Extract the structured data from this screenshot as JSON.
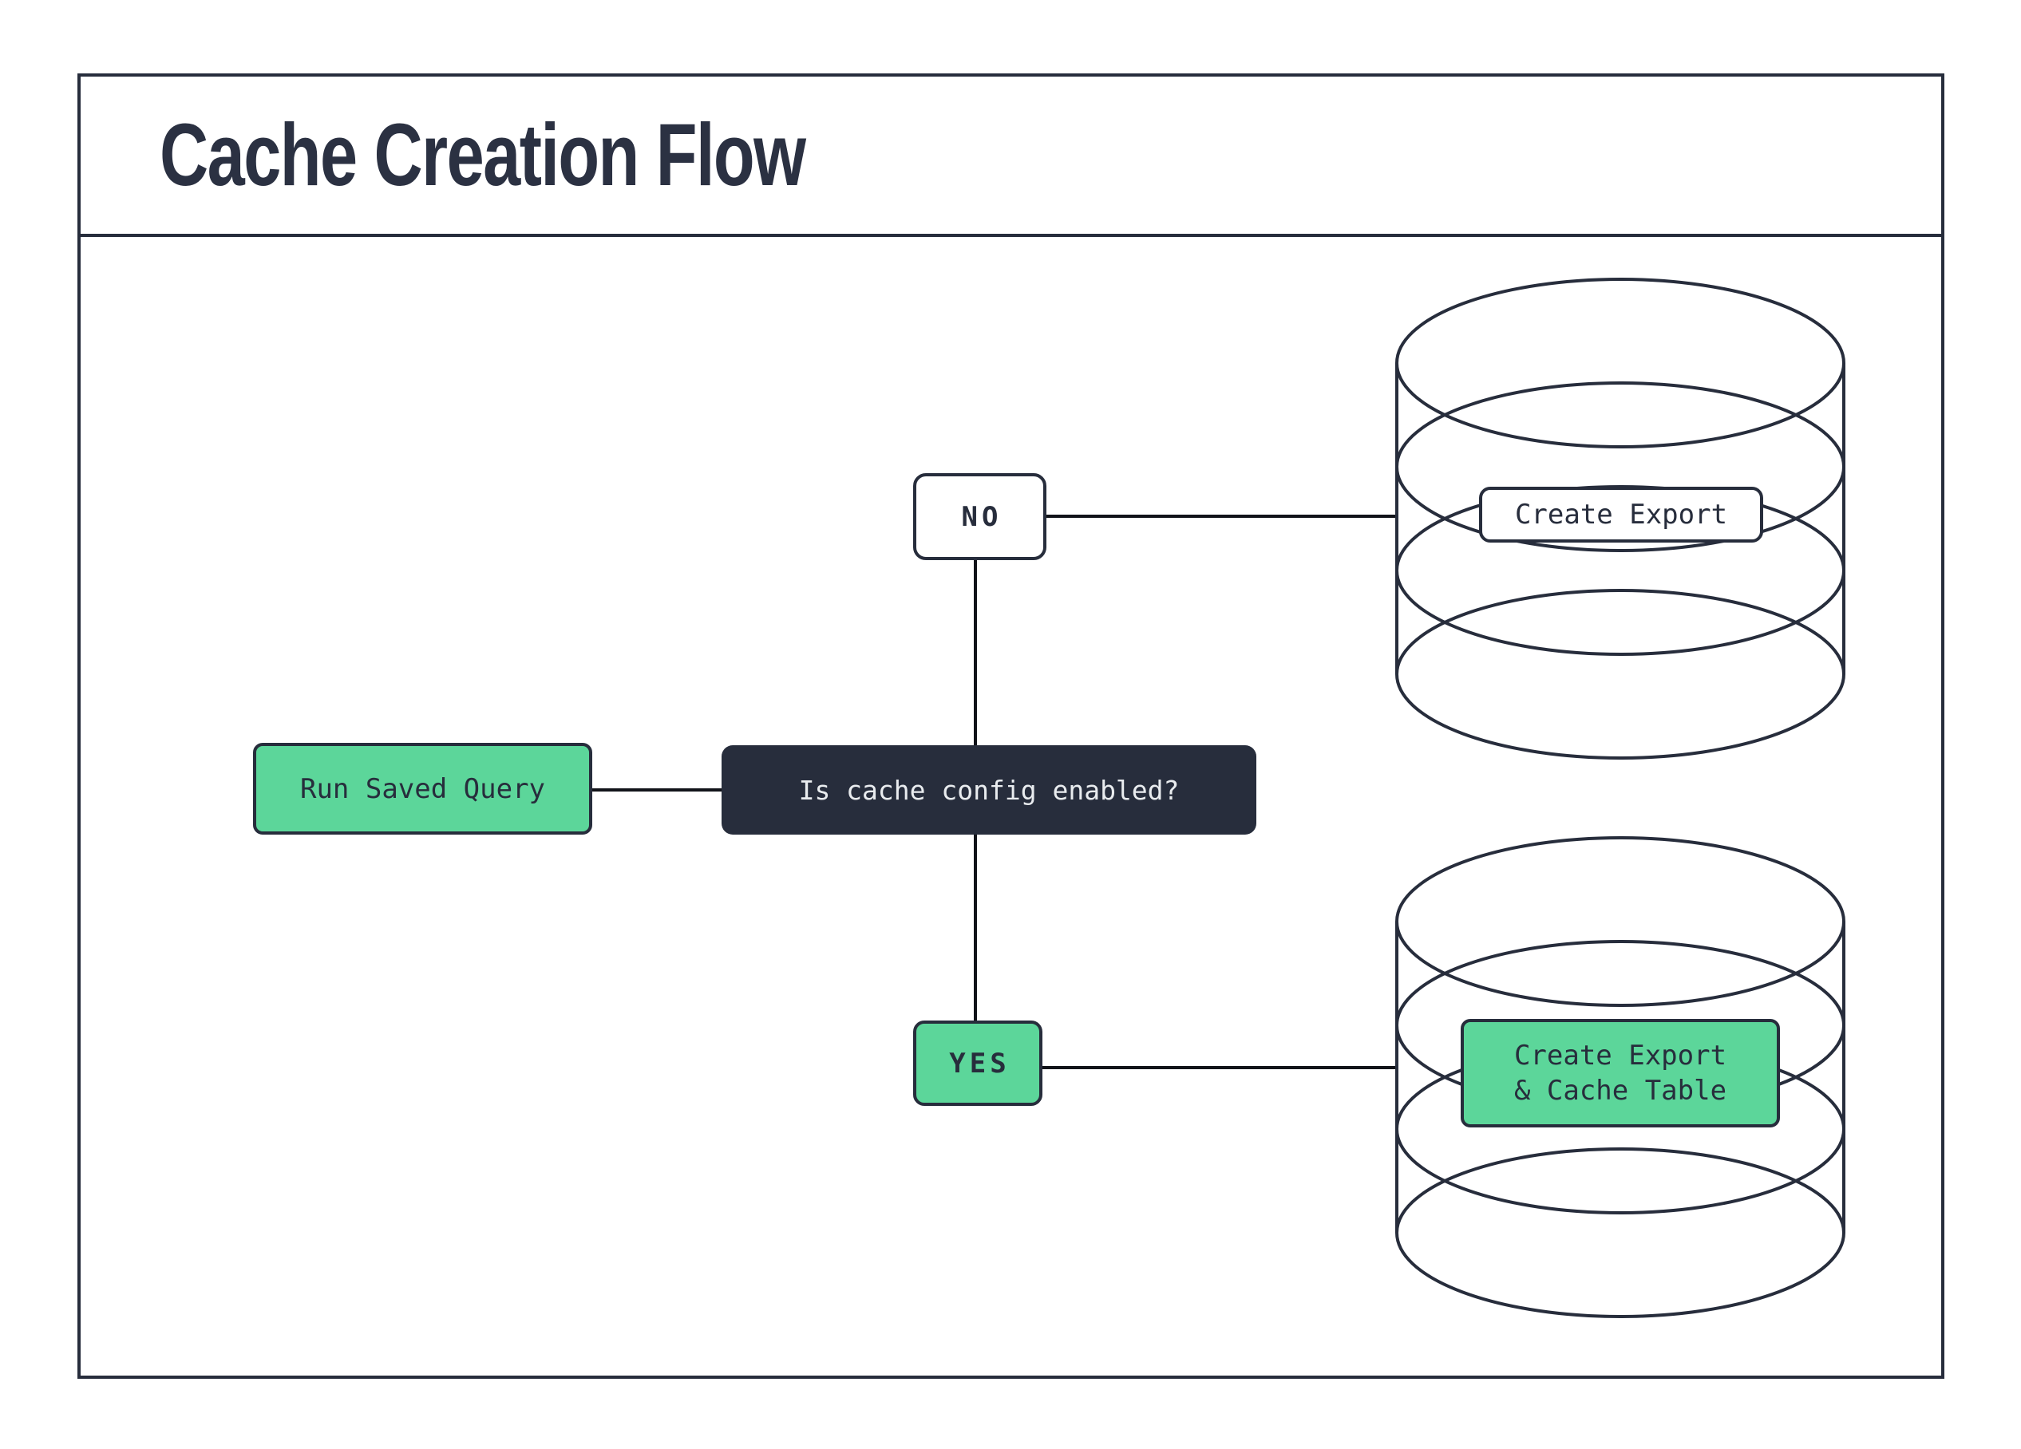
{
  "title": "Cache Creation Flow",
  "colors": {
    "ink": "#272d3c",
    "green": "#5cd69a",
    "connector": "#111319",
    "light_text": "#e9ecef",
    "background": "#ffffff"
  },
  "flow": {
    "start": {
      "label": "Run Saved Query"
    },
    "decision": {
      "label": "Is cache config enabled?"
    },
    "branch_no": {
      "label": "NO"
    },
    "branch_yes": {
      "label": "YES"
    },
    "no_outcome": {
      "label": "Create Export",
      "icon": "database-icon"
    },
    "yes_outcome": {
      "lines": [
        "Create Export",
        "& Cache Table"
      ],
      "icon": "database-icon"
    },
    "edges": [
      {
        "from": "start",
        "to": "decision"
      },
      {
        "from": "decision",
        "to": "branch_no"
      },
      {
        "from": "decision",
        "to": "branch_yes"
      },
      {
        "from": "branch_no",
        "to": "no_outcome"
      },
      {
        "from": "branch_yes",
        "to": "yes_outcome"
      }
    ]
  }
}
